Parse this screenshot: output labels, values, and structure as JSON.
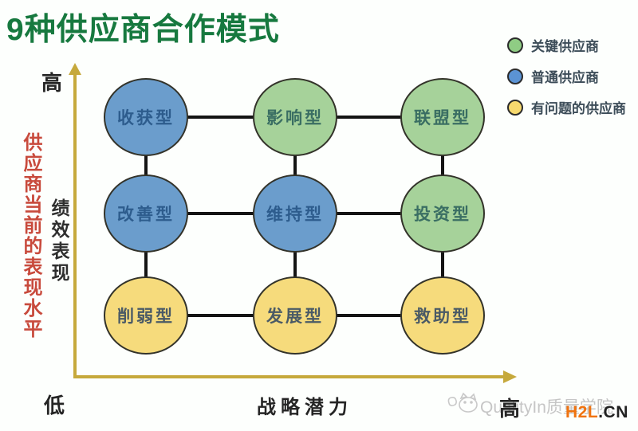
{
  "title": {
    "text": "9种供应商合作模式",
    "color": "#17793f"
  },
  "legend": {
    "items": [
      {
        "label": "关键供应商",
        "type": "key",
        "color": "#8fcc84"
      },
      {
        "label": "普通供应商",
        "type": "normal",
        "color": "#5b93d4"
      },
      {
        "label": "有问题的供应商",
        "type": "problem",
        "color": "#f7d96e"
      }
    ]
  },
  "axes": {
    "y": {
      "top_label": "高",
      "bottom_label": "低",
      "outer_label": "供应商当前的表现水平",
      "inner_label": "绩效表现",
      "outer_label_color": "#c84a3c",
      "axis_color": "#c6a93c"
    },
    "x": {
      "label": "战略潜力",
      "end_label": "高"
    }
  },
  "matrix": {
    "rows": 3,
    "cols": 3,
    "cells": [
      {
        "label": "收获型",
        "type": "normal",
        "fill": "#6b9dcc"
      },
      {
        "label": "影响型",
        "type": "key",
        "fill": "#a6d29a"
      },
      {
        "label": "联盟型",
        "type": "key",
        "fill": "#a6d29a"
      },
      {
        "label": "改善型",
        "type": "normal",
        "fill": "#6b9dcc"
      },
      {
        "label": "维持型",
        "type": "normal",
        "fill": "#6b9dcc"
      },
      {
        "label": "投资型",
        "type": "key",
        "fill": "#a6d29a"
      },
      {
        "label": "削弱型",
        "type": "problem",
        "fill": "#f6db7c"
      },
      {
        "label": "发展型",
        "type": "problem",
        "fill": "#f6db7c"
      },
      {
        "label": "救助型",
        "type": "problem",
        "fill": "#f6db7c"
      }
    ]
  },
  "watermark": {
    "brand": "QualityIn质量学院",
    "site_name": "H2L",
    "site_tld": ".CN",
    "site_name_color": "#f0730f"
  }
}
